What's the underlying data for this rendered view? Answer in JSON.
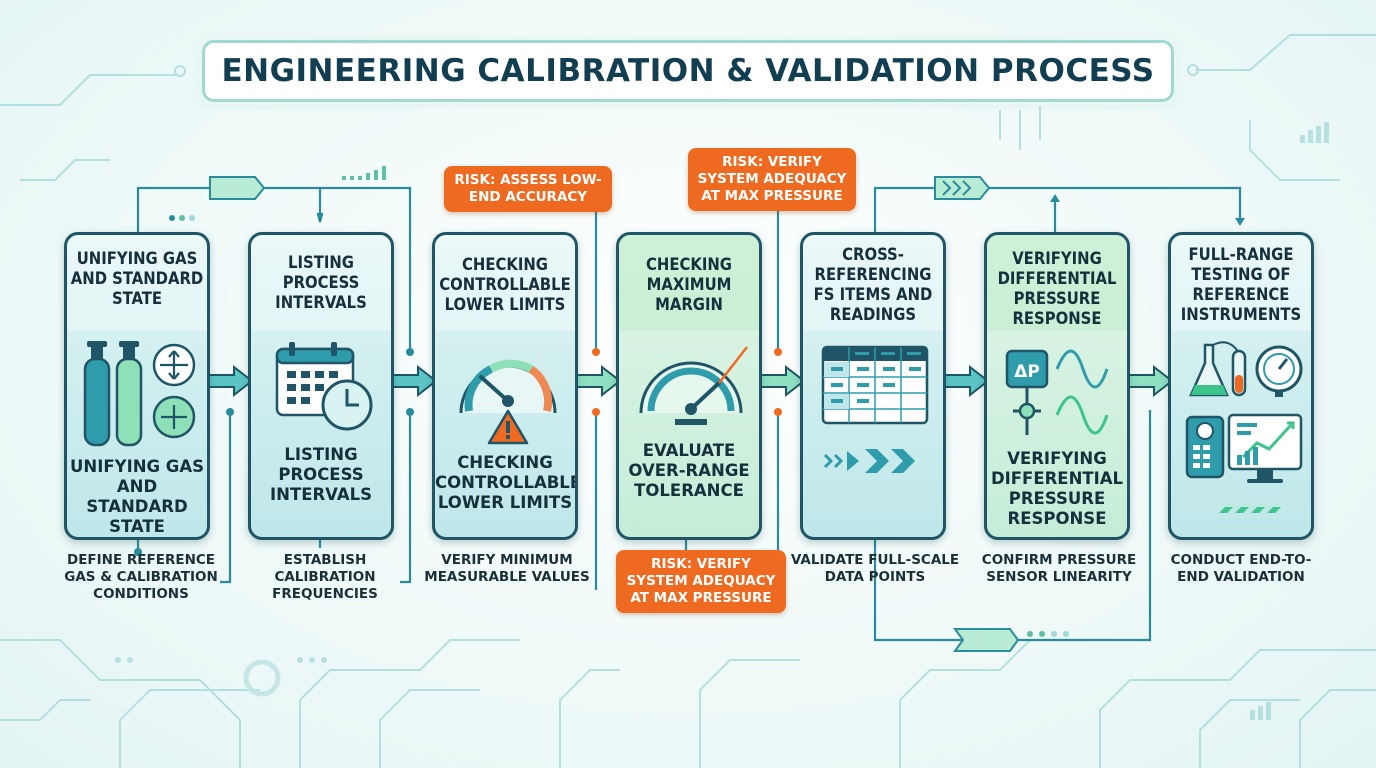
{
  "title": "ENGINEERING CALIBRATION & VALIDATION PROCESS",
  "steps": [
    {
      "head": "UNIFYING GAS AND STANDARD STATE",
      "sub": "UNIFYING GAS AND STANDARD STATE",
      "caption": "DEFINE REFERENCE GAS & CALIBRATION CONDITIONS",
      "icon": "gas-cylinders-icon"
    },
    {
      "head": "LISTING PROCESS INTERVALS",
      "sub": "LISTING PROCESS INTERVALS",
      "caption": "ESTABLISH CALIBRATION FREQUENCIES",
      "icon": "calendar-clock-icon"
    },
    {
      "head": "CHECKING CONTROLLABLE LOWER LIMITS",
      "sub": "CHECKING CONTROLLABLE LOWER LIMITS",
      "caption": "VERIFY MINIMUM MEASURABLE VALUES",
      "icon": "low-gauge-warning-icon"
    },
    {
      "head": "CHECKING MAXIMUM MARGIN",
      "sub": "EVALUATE OVER-RANGE TOLERANCE",
      "caption": "",
      "icon": "max-gauge-icon"
    },
    {
      "head": "CROSS-REFERENCING FS ITEMS AND READINGS",
      "sub": "",
      "caption": "VALIDATE FULL-SCALE DATA POINTS",
      "icon": "data-table-icon"
    },
    {
      "head": "VERIFYING DIFFERENTIAL PRESSURE RESPONSE",
      "sub": "VERIFYING DIFFERENTIAL PRESSURE RESPONSE",
      "caption": "CONFIRM PRESSURE SENSOR LINEARITY",
      "icon": "delta-p-sensor-icon"
    },
    {
      "head": "FULL-RANGE TESTING OF REFERENCE INSTRUMENTS",
      "sub": "",
      "caption": "CONDUCT END-TO-END VALIDATION",
      "icon": "lab-instruments-icon"
    }
  ],
  "risks": [
    {
      "text": "RISK: ASSESS LOW-END ACCURACY"
    },
    {
      "text": "RISK: VERIFY SYSTEM ADEQUACY AT MAX PRESSURE"
    },
    {
      "text": "RISK: VERIFY SYSTEM ADEQUACY AT MAX PRESSURE"
    }
  ],
  "delta_p_label": "ΔP",
  "colors": {
    "accent": "#ee6a20",
    "dark": "#1f5566",
    "teal": "#2aa6a8",
    "green": "#3cc48a"
  }
}
